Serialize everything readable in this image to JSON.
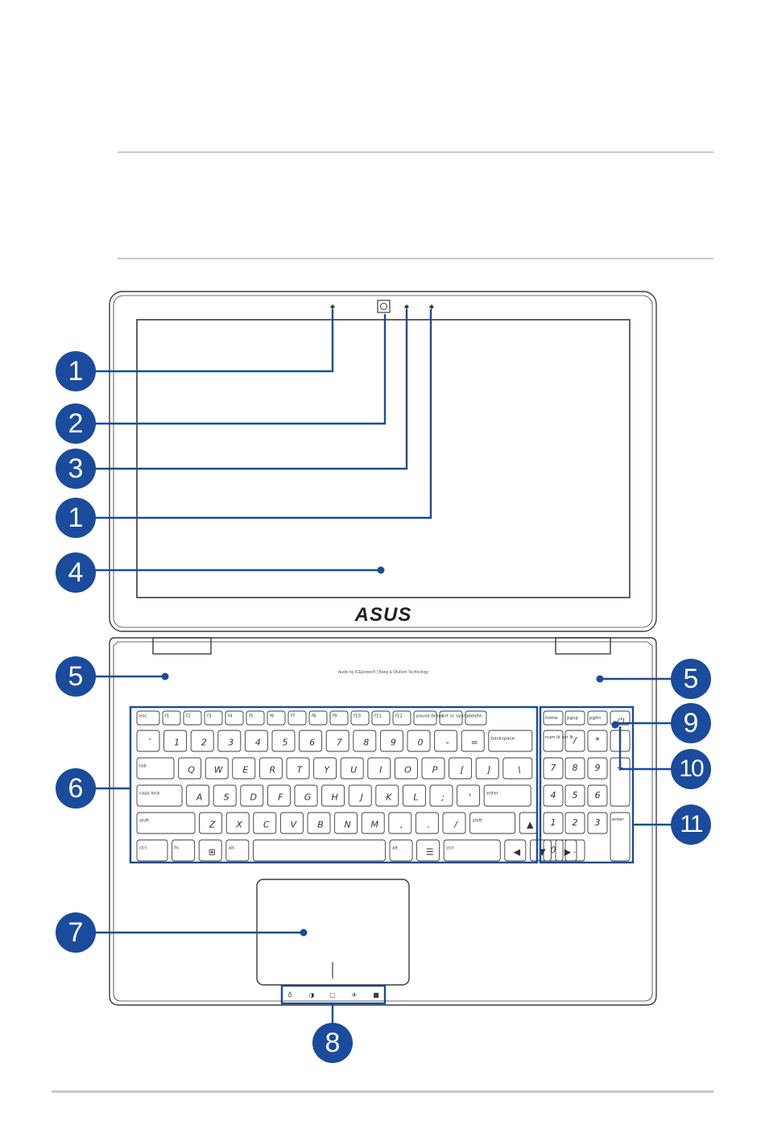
{
  "brand": {
    "logo_text": "ASUS",
    "palmrest_caption": "Audio by ICEpower® | Bang & Olufsen Technology"
  },
  "colors": {
    "callout": "#1a4b9c",
    "line": "#1a4b9c",
    "outline": "#3c3c3c",
    "rule": "#c8c8c8"
  },
  "callouts": [
    {
      "id": "c1a",
      "number": "1"
    },
    {
      "id": "c2",
      "number": "2"
    },
    {
      "id": "c3",
      "number": "3"
    },
    {
      "id": "c1b",
      "number": "1"
    },
    {
      "id": "c4",
      "number": "4"
    },
    {
      "id": "c5l",
      "number": "5"
    },
    {
      "id": "c6",
      "number": "6"
    },
    {
      "id": "c7",
      "number": "7"
    },
    {
      "id": "c5r",
      "number": "5"
    },
    {
      "id": "c9",
      "number": "9"
    },
    {
      "id": "c10",
      "number": "10"
    },
    {
      "id": "c11",
      "number": "11"
    },
    {
      "id": "c8",
      "number": "8"
    }
  ],
  "keyboard": {
    "rows": [
      [
        "esc",
        "f1",
        "f2",
        "f3",
        "f4",
        "f5",
        "f6",
        "f7",
        "f8",
        "f9",
        "f10",
        "f11",
        "f12",
        "pause break",
        "prt sc sysrq",
        "delete"
      ],
      [
        "`",
        "1",
        "2",
        "3",
        "4",
        "5",
        "6",
        "7",
        "8",
        "9",
        "0",
        "-",
        "=",
        "backspace"
      ],
      [
        "tab",
        "Q",
        "W",
        "E",
        "R",
        "T",
        "Y",
        "U",
        "I",
        "O",
        "P",
        "[",
        "]",
        "\\"
      ],
      [
        "caps lock",
        "A",
        "S",
        "D",
        "F",
        "G",
        "H",
        "J",
        "K",
        "L",
        ";",
        "'",
        "enter"
      ],
      [
        "shift",
        "Z",
        "X",
        "C",
        "V",
        "B",
        "N",
        "M",
        ",",
        ".",
        "/",
        "shift",
        "▲"
      ],
      [
        "ctrl",
        "fn",
        "⊞",
        "alt",
        "",
        "alt",
        "☰",
        "ctrl",
        "◀",
        "▼",
        "▶"
      ]
    ],
    "numpad": [
      [
        "home",
        "pgup",
        "pgdn",
        "⏻"
      ],
      [
        "num lk scr lk",
        "/",
        "*",
        "-"
      ],
      [
        "7",
        "8",
        "9",
        "+"
      ],
      [
        "4",
        "5",
        "6"
      ],
      [
        "1",
        "2",
        "3",
        "enter"
      ],
      [
        "0",
        "."
      ]
    ]
  }
}
